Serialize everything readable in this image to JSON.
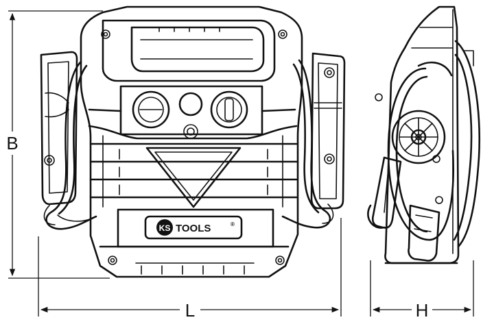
{
  "dimensions": {
    "height_label": "B",
    "length_label": "L",
    "depth_label": "H"
  },
  "logo": {
    "prefix": "KS",
    "suffix": "TOOLS",
    "registered": "®"
  }
}
